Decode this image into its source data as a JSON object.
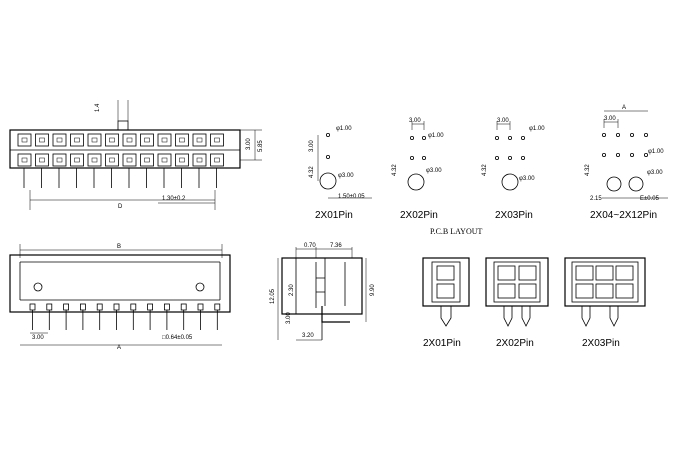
{
  "labels": {
    "top_view": {
      "pitch_dim": "1.4",
      "d": "D",
      "side_dim": "5.85",
      "side_dim2": "3.00",
      "pitch_tol": "1.30±0.2"
    },
    "front_view": {
      "b": "B",
      "a": "A",
      "pitch": "3.00",
      "pin_size": "□0.64±0.05"
    },
    "side_view": {
      "d1": "0.70",
      "d2": "7.36",
      "d3": "2.30",
      "d4": "12.05",
      "d5": "9.90",
      "d6": "3.00",
      "d7": "3.20"
    },
    "pcb": {
      "title": "P.C.B LAYOUT",
      "p1": {
        "caption": "2X01Pin",
        "hole": "φ1.00",
        "post": "φ3.00",
        "d_h": "3.00",
        "d_v": "4.32",
        "d_off": "1.50±0.05"
      },
      "p2": {
        "caption": "2X02Pin",
        "hole": "φ1.00",
        "post": "φ3.00",
        "d_h": "3.00",
        "d_v": "4.32"
      },
      "p3": {
        "caption": "2X03Pin",
        "hole": "φ1.00",
        "post": "φ3.00",
        "d_h": "3.00",
        "d_v": "4.32"
      },
      "p4": {
        "caption": "2X04~2X12Pin",
        "a": "A",
        "hole": "φ1.00",
        "post": "φ3.00",
        "d_h": "3.00",
        "d_v": "4.32",
        "d_b": "2.15",
        "d_e": "E±0.05"
      }
    },
    "bottom": {
      "c1": "2X01Pin",
      "c2": "2X02Pin",
      "c3": "2X03Pin"
    }
  }
}
